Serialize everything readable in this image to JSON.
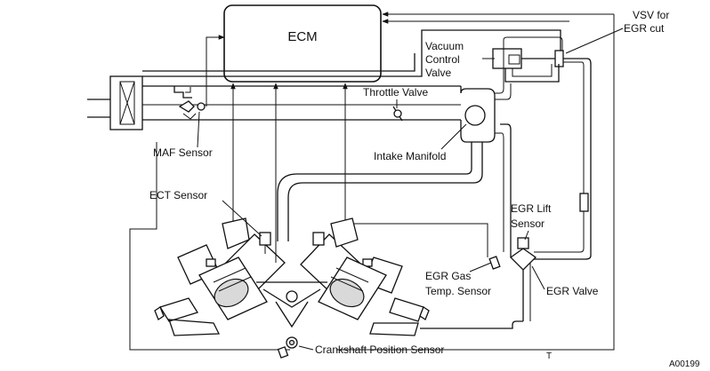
{
  "labels": {
    "ecm": "ECM",
    "vsv": [
      "VSV for",
      "EGR cut"
    ],
    "vacuum_control_valve": [
      "Vacuum",
      "Control",
      "Valve"
    ],
    "throttle_valve": "Throttle Valve",
    "maf_sensor": "MAF Sensor",
    "intake_manifold": "Intake Manifold",
    "ect_sensor": "ECT Sensor",
    "egr_lift_sensor": [
      "EGR Lift",
      "Sensor"
    ],
    "egr_gas_temp_sensor": [
      "EGR Gas",
      "Temp. Sensor"
    ],
    "egr_valve": "EGR Valve",
    "crankshaft_position_sensor": "Crankshaft Position Sensor",
    "corner_mark": "T",
    "figure_code": "A00199"
  }
}
